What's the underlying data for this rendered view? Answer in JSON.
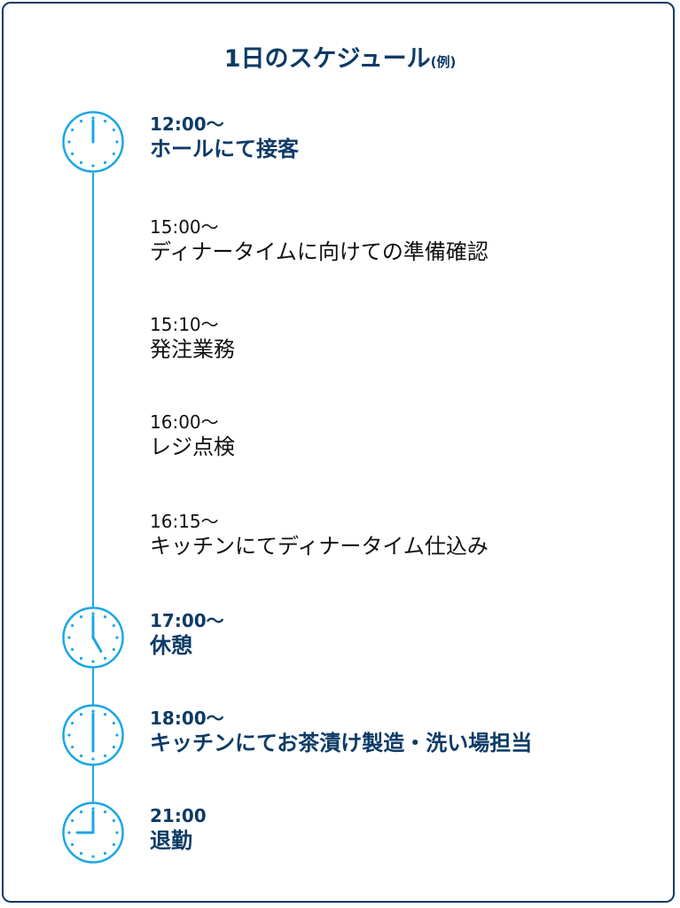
{
  "title": "1日のスケジュール",
  "title_note": "(例)",
  "colors": {
    "primary": "#0d3b66",
    "accent": "#1ba7e5"
  },
  "items": [
    {
      "time": "12:00〜",
      "label": "ホールにて接客",
      "key": true,
      "clock": "12:00"
    },
    {
      "time": "15:00〜",
      "label": "ディナータイムに向けての準備確認",
      "key": false
    },
    {
      "time": "15:10〜",
      "label": "発注業務",
      "key": false
    },
    {
      "time": "16:00〜",
      "label": "レジ点検",
      "key": false
    },
    {
      "time": "16:15〜",
      "label": "キッチンにてディナータイム仕込み",
      "key": false
    },
    {
      "time": "17:00〜",
      "label": "休憩",
      "key": true,
      "clock": "17:00"
    },
    {
      "time": "18:00〜",
      "label": "キッチンにてお茶漬け製造・洗い場担当",
      "key": true,
      "clock": "18:00"
    },
    {
      "time": "21:00",
      "label": "退勤",
      "key": true,
      "clock": "21:00"
    }
  ]
}
